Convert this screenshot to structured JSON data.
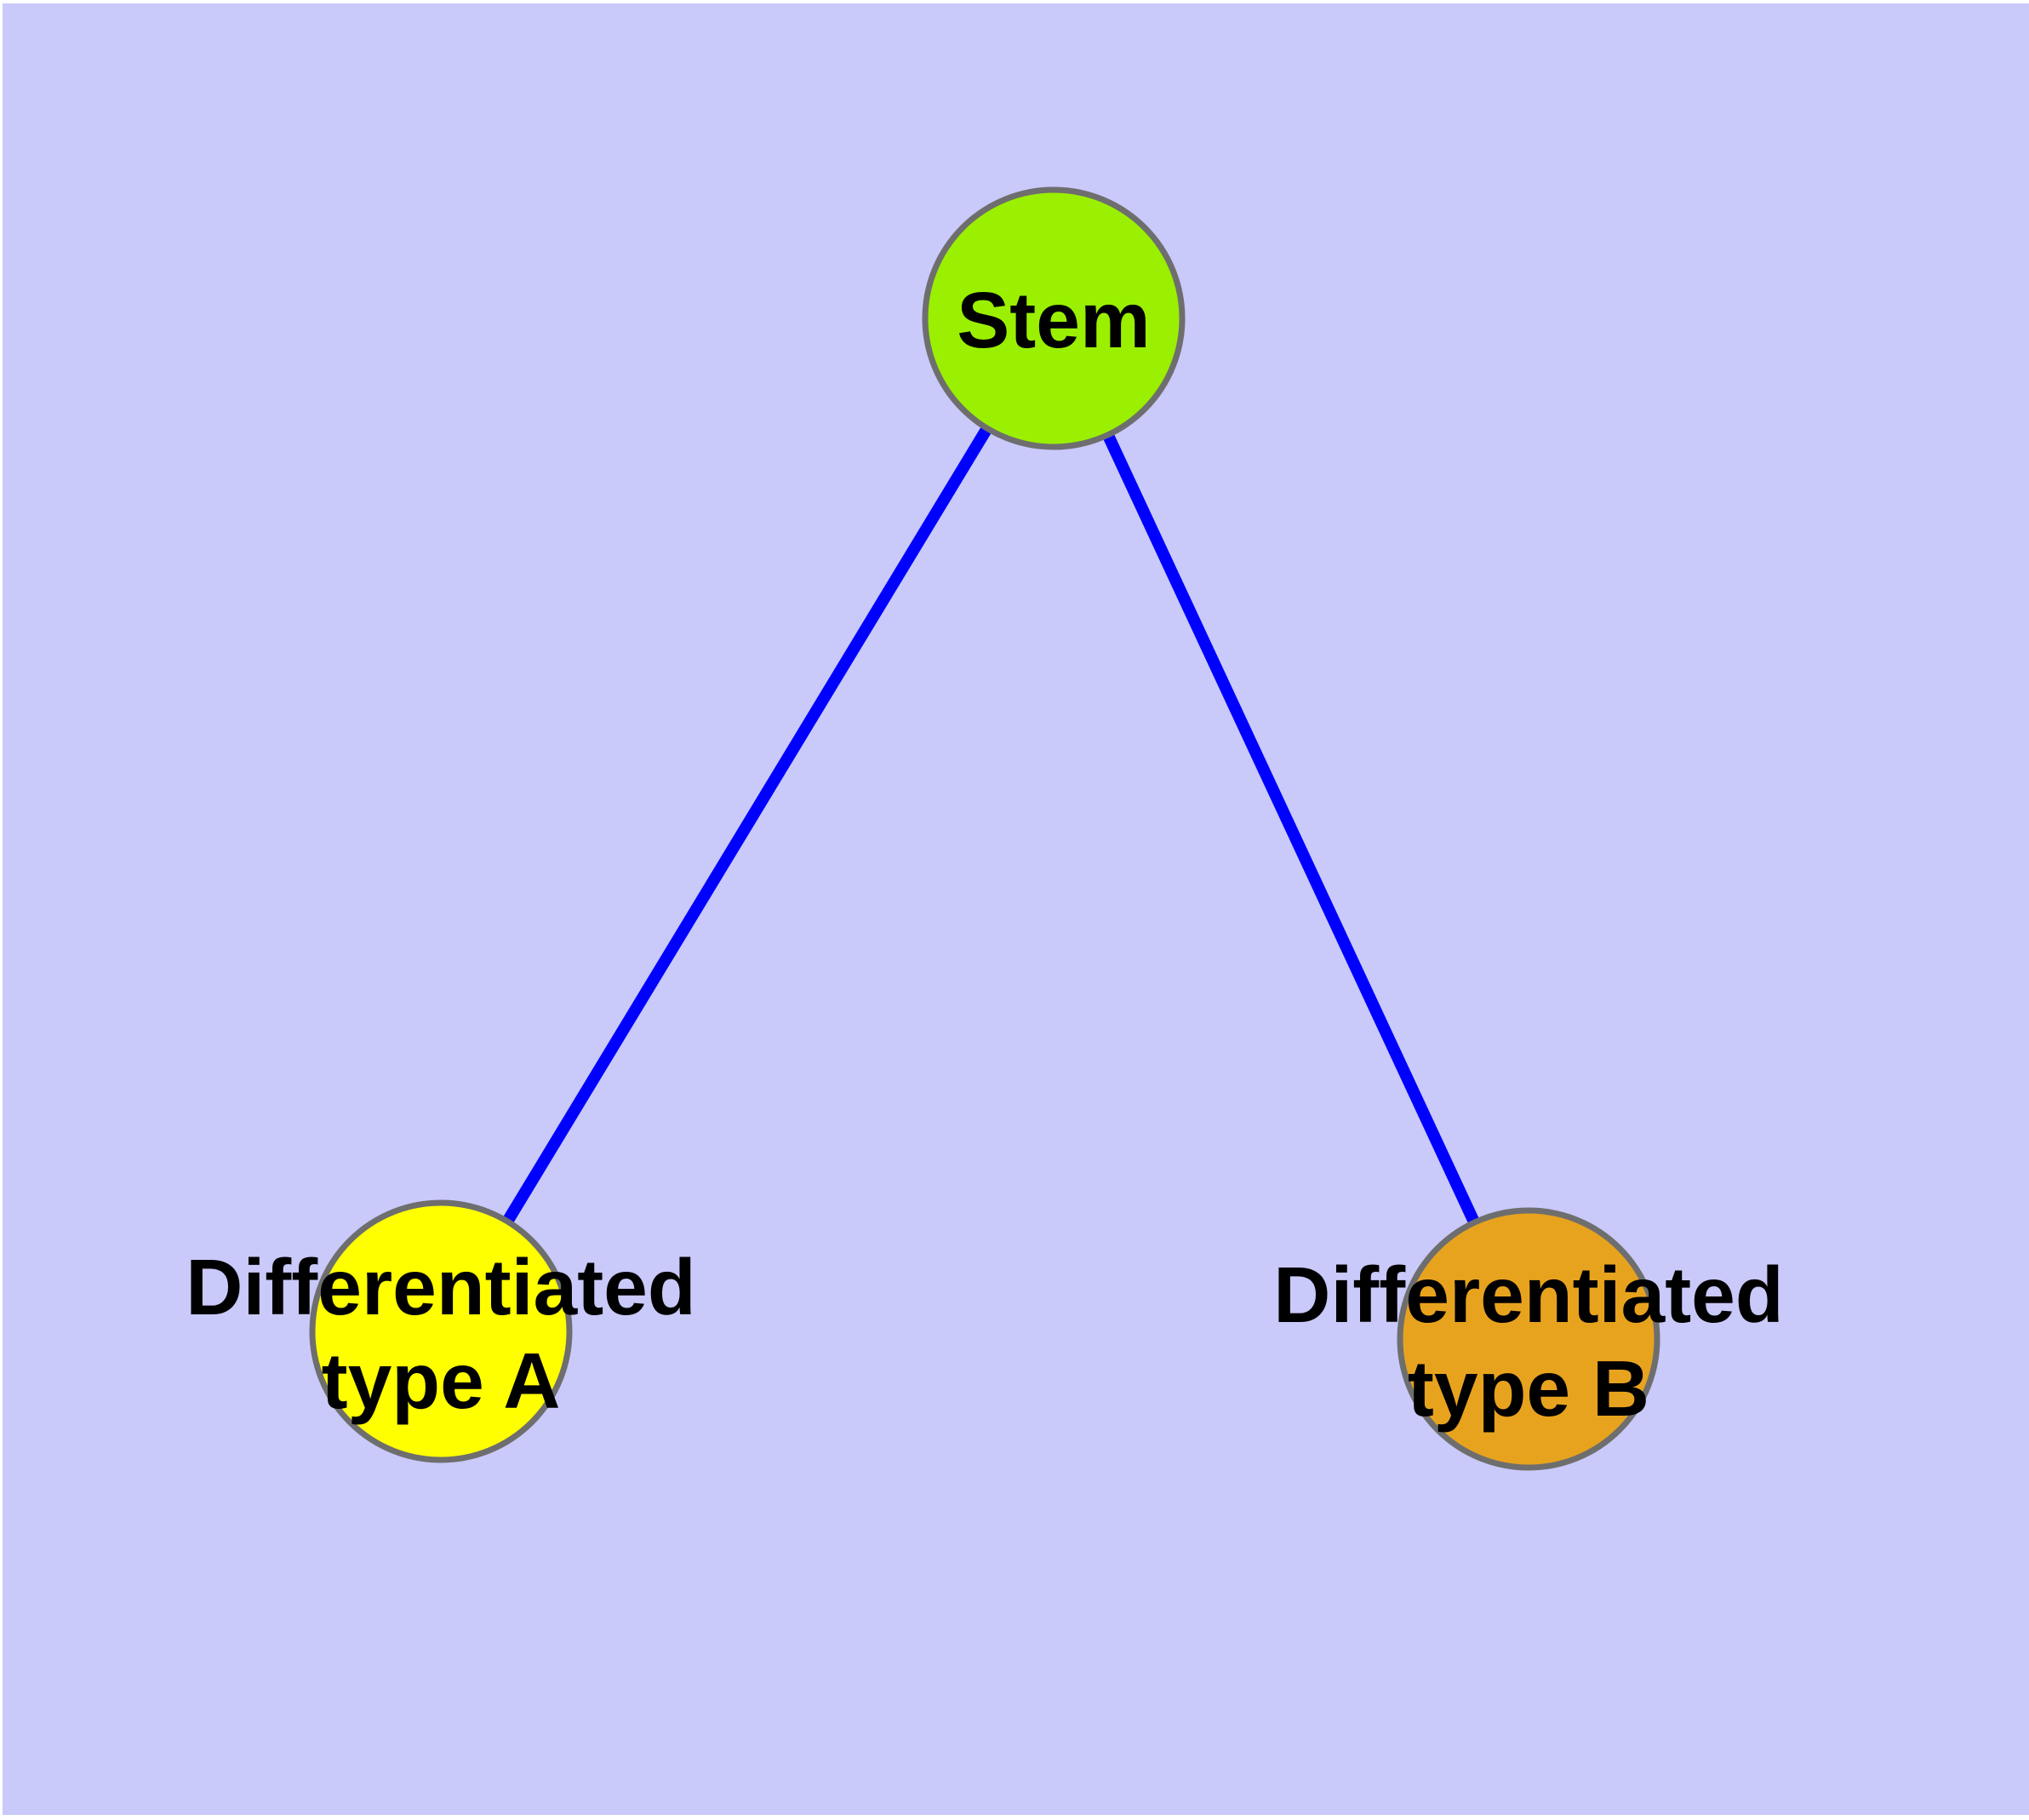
{
  "canvas": {
    "margin_color": "#ffffff",
    "background_color": "#c9c9fa"
  },
  "styles": {
    "edge_color": "#0000ff",
    "node_border_color": "#6e6e6e",
    "label_color": "#000000"
  },
  "nodes": [
    {
      "id": "stem",
      "label": "Stem",
      "lines": [
        "Stem"
      ],
      "fill_color": "#9af000"
    },
    {
      "id": "differentiated-type-a",
      "label": "Differentiated type A",
      "lines": [
        "Differentiated",
        "type A"
      ],
      "fill_color": "#ffff00"
    },
    {
      "id": "differentiated-type-b",
      "label": "Differentiated type B",
      "lines": [
        "Differentiated",
        "type B"
      ],
      "fill_color": "#e8a31e"
    }
  ],
  "edges": [
    {
      "from": "Stem",
      "to": "Differentiated type A"
    },
    {
      "from": "Stem",
      "to": "Differentiated type B"
    }
  ]
}
